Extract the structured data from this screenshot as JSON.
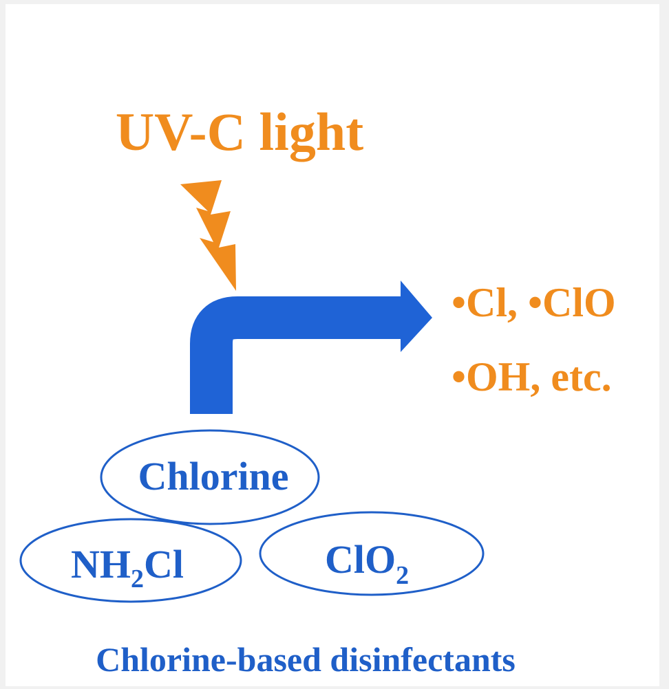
{
  "colors": {
    "accent_orange": "#f08c1e",
    "primary_blue": "#1f5fc8",
    "arrow_blue": "#1f63d6"
  },
  "light_source": {
    "label": "UV-C light",
    "icon": "lightning-bolt-icon"
  },
  "process_arrow": {
    "icon": "bent-arrow-icon"
  },
  "products": {
    "line1": "•Cl, •ClO",
    "line2": "•OH, etc."
  },
  "disinfectants": {
    "chlorine": "Chlorine",
    "monochloramine": {
      "prefix": "NH",
      "subscript": "2",
      "suffix": "Cl"
    },
    "chlorine_dioxide": {
      "prefix": "ClO",
      "subscript": "2"
    }
  },
  "caption": "Chlorine-based disinfectants"
}
